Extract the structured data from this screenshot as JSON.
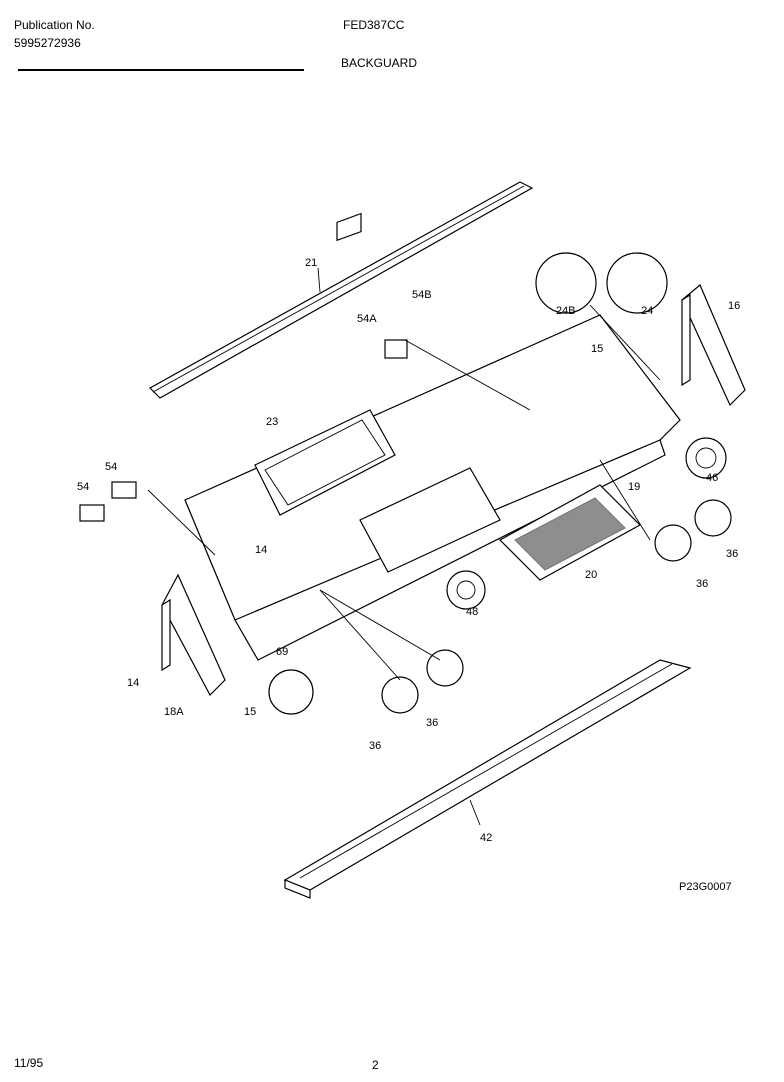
{
  "header": {
    "publication_label": "Publication No.",
    "publication_number": "5995272936",
    "model": "FED387CC",
    "section": "BACKGUARD"
  },
  "diagram": {
    "part_labels": [
      "21",
      "54A",
      "54B",
      "23",
      "54",
      "54",
      "14",
      "16",
      "15",
      "24B",
      "24",
      "46",
      "19",
      "36",
      "36",
      "20",
      "48",
      "69",
      "36",
      "36",
      "14",
      "18A",
      "15",
      "42"
    ],
    "figure_code": "P23G0007"
  },
  "footer": {
    "date": "11/95",
    "page": "2"
  }
}
